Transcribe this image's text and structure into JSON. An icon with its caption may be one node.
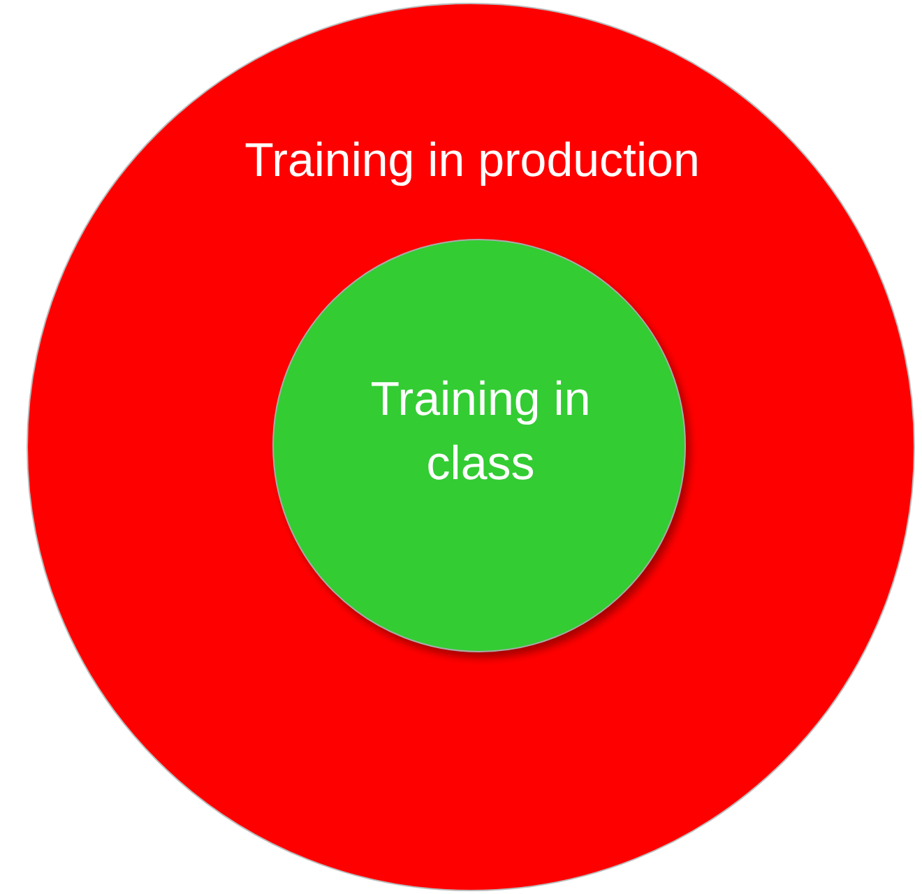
{
  "diagram": {
    "nodes": [
      {
        "text": [
          "Training in production"
        ]
      },
      {
        "text": [
          "Training in class"
        ],
        "in": 0
      }
    ]
  }
}
